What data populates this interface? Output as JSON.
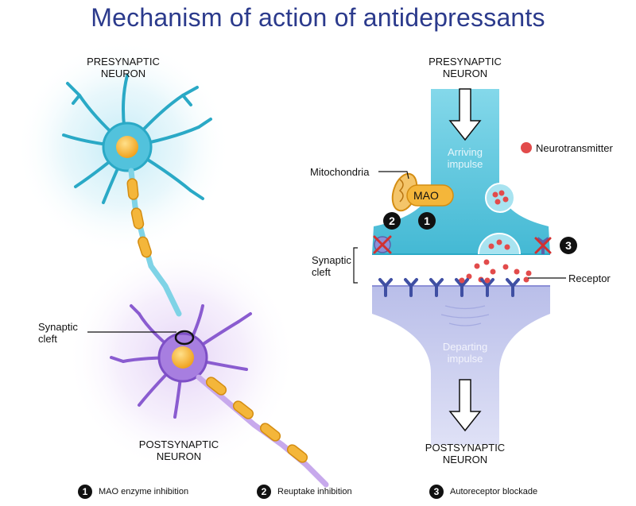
{
  "title": "Mechanism of action of antidepressants",
  "left": {
    "presynaptic": "PRESYNAPTIC\nNEURON",
    "synaptic_cleft": "Synaptic\ncleft",
    "postsynaptic": "POSTSYNAPTIC\nNEURON"
  },
  "right": {
    "presynaptic": "PRESYNAPTIC\nNEURON",
    "arriving": "Arriving\nimpulse",
    "neurotransmitter": "Neurotransmitter",
    "mitochondria": "Mitochondria",
    "mao": "MAO",
    "synaptic_cleft": "Synaptic\ncleft",
    "receptor": "Receptor",
    "departing": "Departing\nimpulse",
    "postsynaptic": "POSTSYNAPTIC\nNEURON"
  },
  "markers": {
    "one": "1",
    "two": "2",
    "three": "3"
  },
  "legend": [
    {
      "num": "1",
      "text": "MAO enzyme inhibition"
    },
    {
      "num": "2",
      "text": "Reuptake inhibition"
    },
    {
      "num": "3",
      "text": "Autoreceptor blockade"
    }
  ],
  "colors": {
    "title": "#2b3a8c",
    "pre_cyan": "#5ec9df",
    "post_lavender": "#c9ccf0",
    "neuron_purple": "#9b6fd8",
    "myelin": "#f4b63a",
    "neurotransmitter": "#e24b4b",
    "receptor": "#3f4fa3"
  }
}
